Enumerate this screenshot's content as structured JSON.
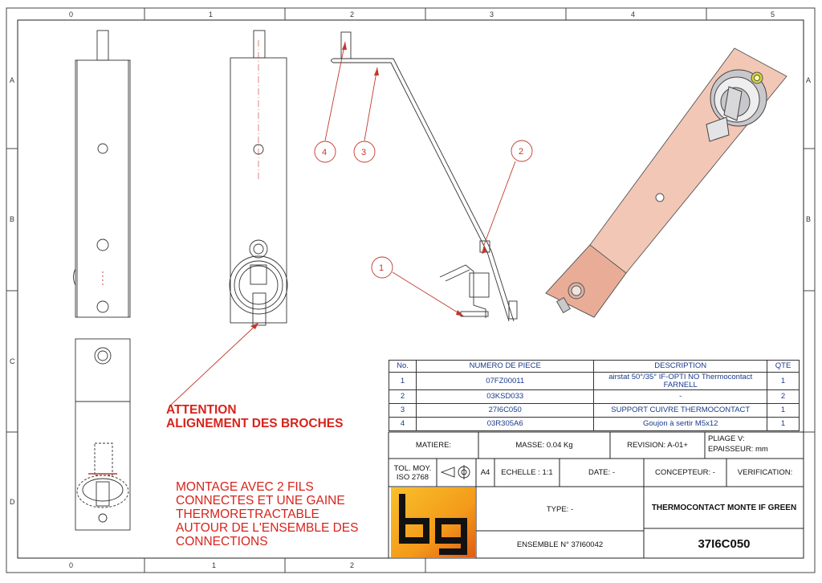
{
  "frame": {
    "cols": [
      "0",
      "1",
      "2",
      "3",
      "4",
      "5"
    ],
    "rows": [
      "A",
      "B",
      "C",
      "D"
    ]
  },
  "callouts": [
    "1",
    "2",
    "3",
    "4"
  ],
  "notes": {
    "attention_line1": "ATTENTION",
    "attention_line2": "ALIGNEMENT DES BROCHES",
    "montage_lines": [
      "MONTAGE AVEC 2 FILS",
      "CONNECTES ET UNE GAINE",
      "THERMORETRACTABLE",
      "AUTOUR DE L'ENSEMBLE DES",
      "CONNECTIONS"
    ]
  },
  "bom": {
    "headers": [
      "No.",
      "NUMERO DE PIECE",
      "DESCRIPTION",
      "QTE"
    ],
    "rows": [
      {
        "no": "1",
        "part": "07FZ00011",
        "desc": "airstat 50°/35° IF-OPTI NO Thermocontact FARNELL",
        "qty": "1"
      },
      {
        "no": "2",
        "part": "03KSD033",
        "desc": "-",
        "qty": "2"
      },
      {
        "no": "3",
        "part": "27I6C050",
        "desc": "SUPPORT CUIVRE THERMOCONTACT",
        "qty": "1"
      },
      {
        "no": "4",
        "part": "03R305A6",
        "desc": "Goujon à sertir M5x12",
        "qty": "1"
      }
    ]
  },
  "titleblock": {
    "matiere": "MATIERE:",
    "masse": "MASSE: 0.04 Kg",
    "revision": "REVISION: A-01+",
    "pliage": "PLIAGE V:",
    "epaisseur": "EPAISSEUR: mm",
    "tol_line1": "TOL. MOY.",
    "tol_line2": "ISO 2768",
    "format": "A4",
    "echelle": "ECHELLE : 1:1",
    "date": "DATE: -",
    "concepteur": "CONCEPTEUR: -",
    "verification": "VERIFICATION:",
    "type": "TYPE: -",
    "title": "THERMOCONTACT MONTE IF GREEN",
    "ensemble": "ENSEMBLE N° 37I60042",
    "drawing_number": "37I6C050"
  },
  "colors": {
    "copper": "#f2c7b6",
    "copper_dark": "#e9ad97",
    "callout_red": "#c0392b",
    "note_red": "#d8231c",
    "bom_blue": "#1a3a8c",
    "logo_orange": "#f7a11a",
    "logo_black": "#111111"
  }
}
